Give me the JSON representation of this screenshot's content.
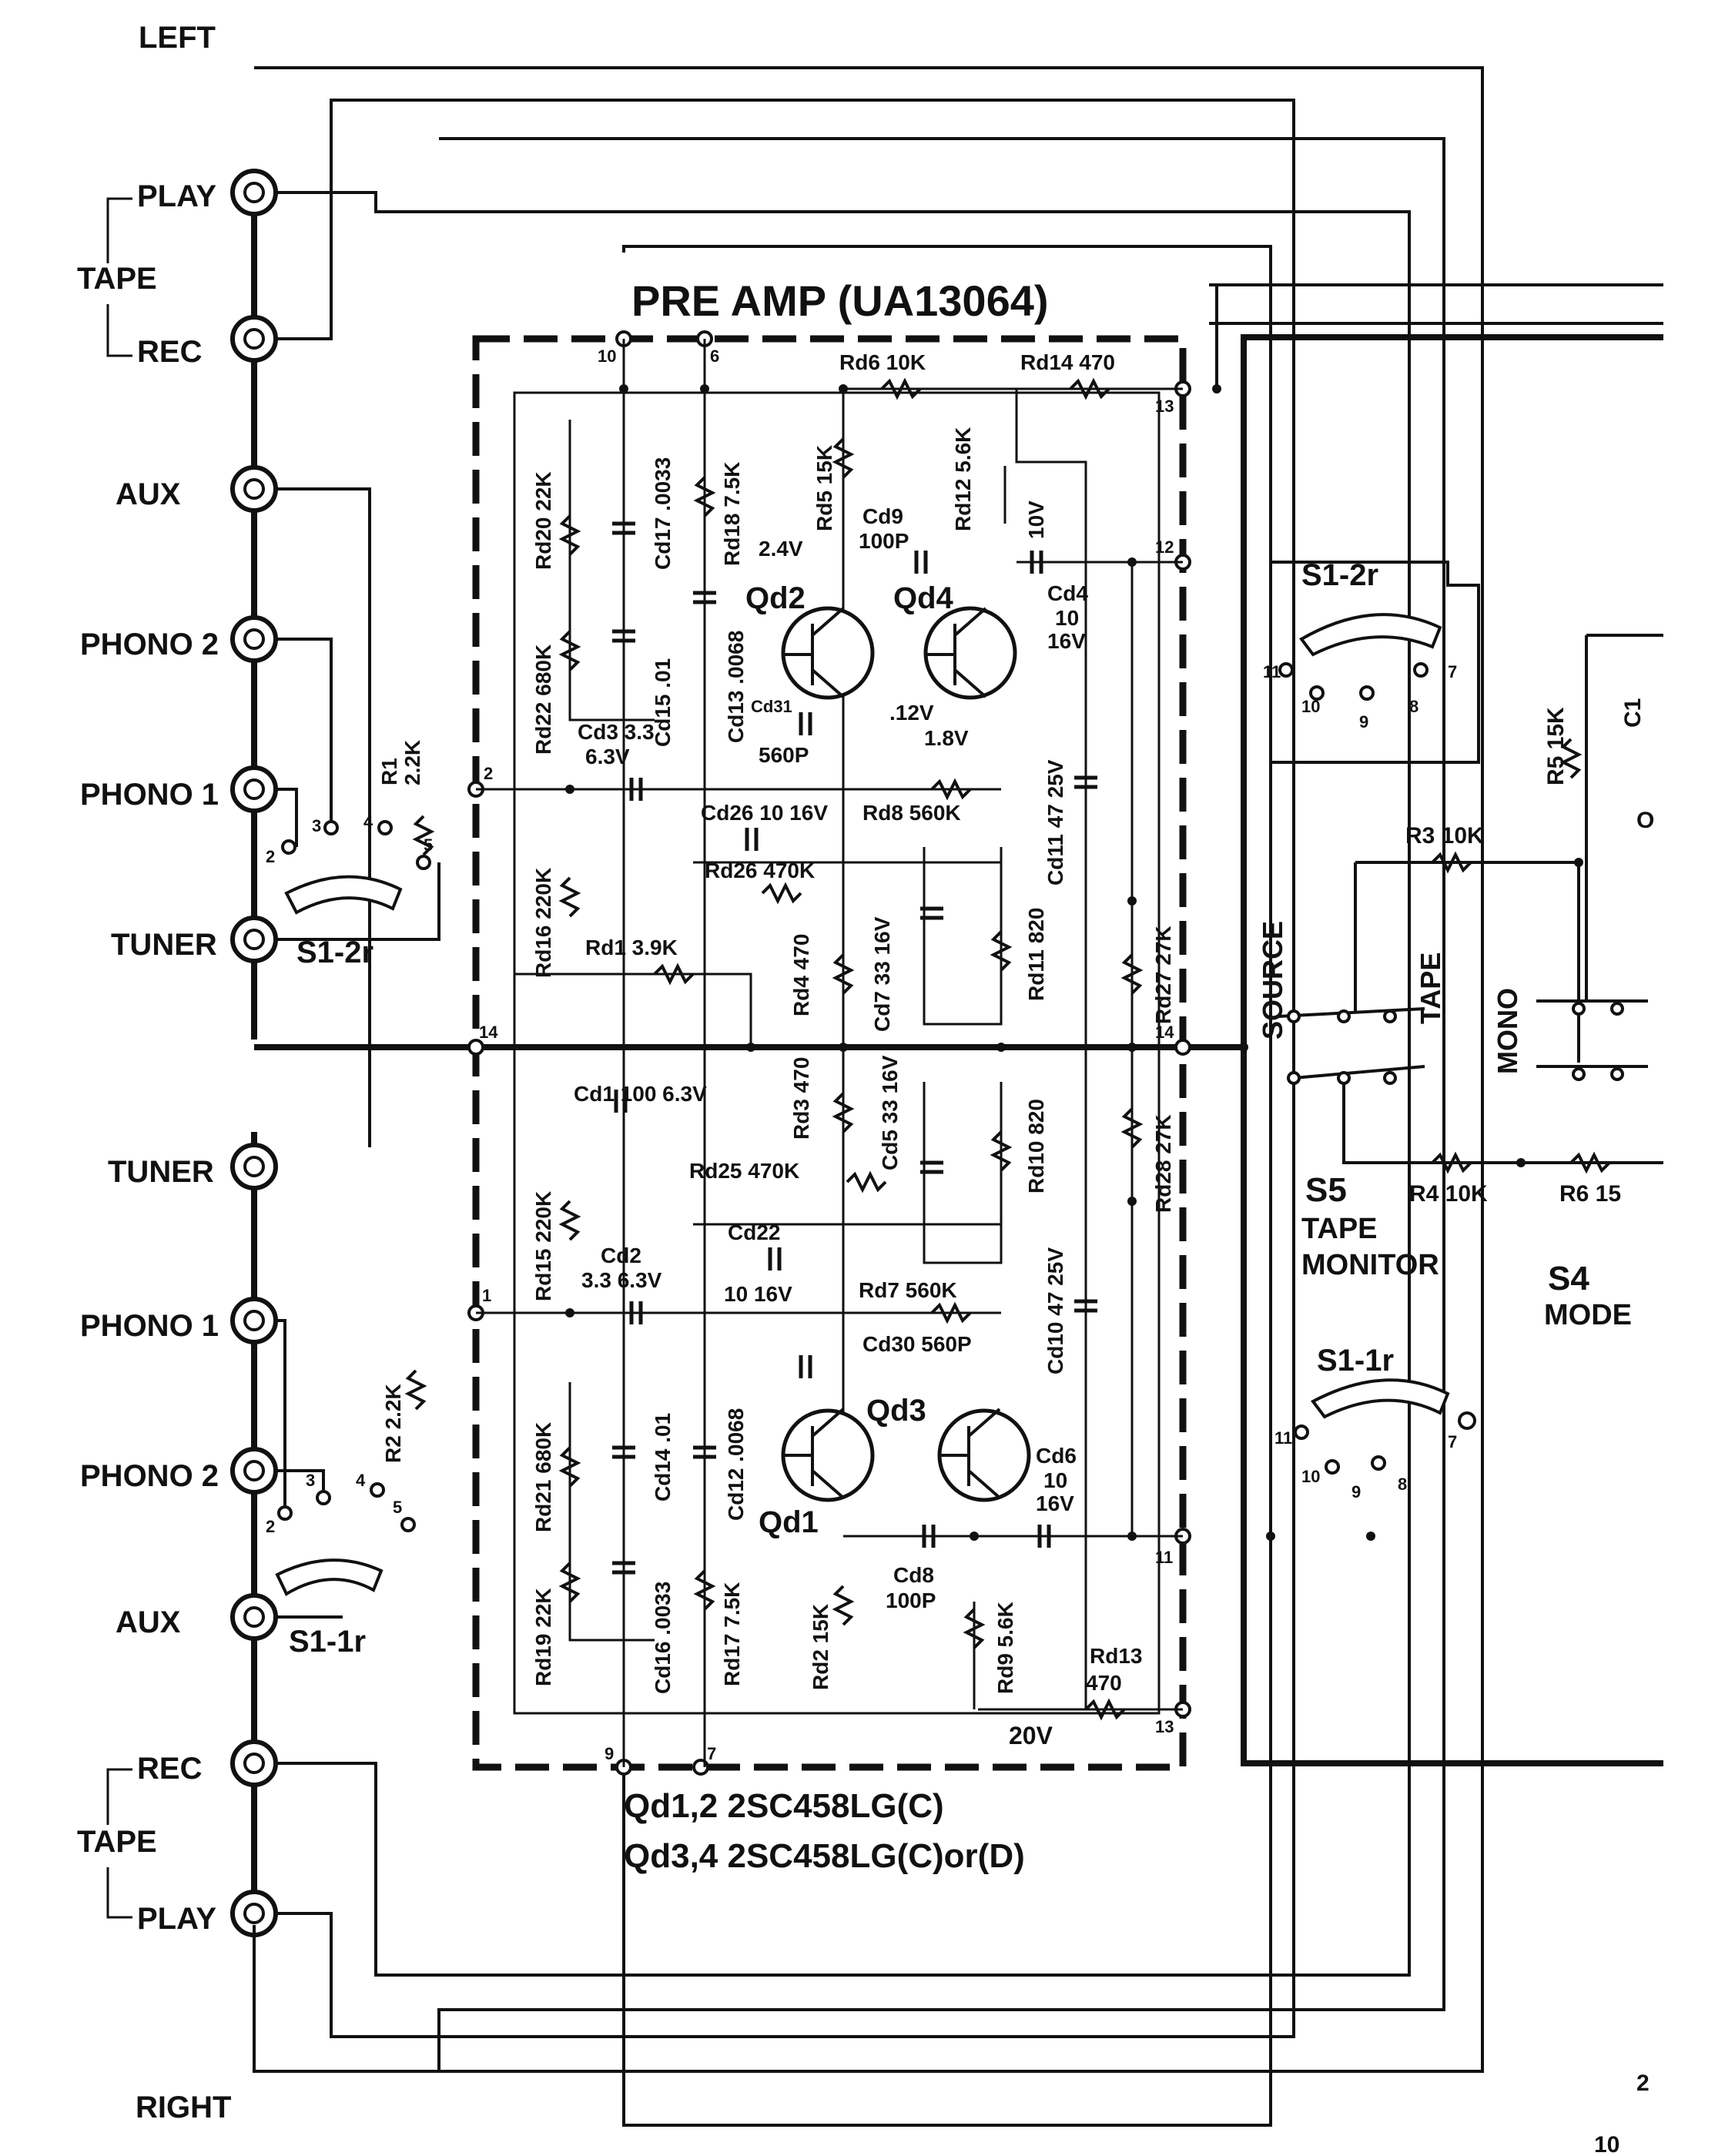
{
  "channels": {
    "left": "LEFT",
    "right": "RIGHT"
  },
  "jacks_left": {
    "tape": "TAPE",
    "play": "PLAY",
    "rec": "REC",
    "aux": "AUX",
    "phono2": "PHONO 2",
    "phono1": "PHONO 1",
    "tuner": "TUNER"
  },
  "jacks_right": {
    "tuner": "TUNER",
    "phono1": "PHONO 1",
    "phono2": "PHONO 2",
    "aux": "AUX",
    "tape": "TAPE",
    "rec": "REC",
    "play": "PLAY"
  },
  "preamp": {
    "title": "PRE AMP (UA13064)",
    "transistor_note_1": "Qd1,2  2SC458LG(C)",
    "transistor_note_2": "Qd3,4  2SC458LG(C)or(D)"
  },
  "pins": [
    "10",
    "6",
    "13",
    "12",
    "2",
    "14",
    "1",
    "11",
    "9",
    "7",
    "13"
  ],
  "switches": {
    "s1_2r_left": "S1-2r",
    "s1_1r_left": "S1-1r",
    "s1_2r_right": "S1-2r",
    "s1_1r_right": "S1-1r",
    "s5": "S5",
    "s5_sub_1": "TAPE",
    "s5_sub_2": "MONITOR",
    "s4": "S4",
    "s4_sub": "MODE",
    "source": "SOURCE",
    "tape": "TAPE",
    "mono": "MONO"
  },
  "transistors": {
    "qd1": "Qd1",
    "qd2": "Qd2",
    "qd3": "Qd3",
    "qd4": "Qd4"
  },
  "components": {
    "rd6": "Rd6 10K",
    "rd14": "Rd14 470",
    "rd20": "Rd20 22K",
    "cd17": "Cd17 .0033",
    "rd18": "Rd18 7.5K",
    "rd5": "Rd5 15K",
    "rd12": "Rd12 5.6K",
    "cd9": "Cd9",
    "cd9v": "100P",
    "v10": "10V",
    "v24": "2.4V",
    "cd4": "Cd4",
    "cd4v": "10",
    "cd4v2": "16V",
    "rd22": "Rd22 680K",
    "cd15": "Cd15 .01",
    "cd13": "Cd13 .0068",
    "cd3": "Cd3 3.3",
    "cd3v": "6.3V",
    "cd31": "Cd31",
    "cd31v": "560P",
    "v12": ".12V",
    "v18": "1.8V",
    "cd11": "Cd11 47 25V",
    "r1": "R1",
    "r1v": "2.2K",
    "cd26": "Cd26 10 16V",
    "rd8": "Rd8 560K",
    "rd26": "Rd26 470K",
    "rd16": "Rd16 220K",
    "rd1": "Rd1 3.9K",
    "rd4": "Rd4 470",
    "cd7": "Cd7 33 16V",
    "rd11": "Rd11 820",
    "rd27": "Rd27 27K",
    "cd1": "Cd1 100 6.3V",
    "rd3": "Rd3 470",
    "cd5": "Cd5 33 16V",
    "rd10": "Rd10 820",
    "rd28": "Rd28 27K",
    "rd25": "Rd25 470K",
    "rd15": "Rd15 220K",
    "cd22": "Cd22",
    "cd22v": "10 16V",
    "cd2": "Cd2",
    "cd2v": "3.3 6.3V",
    "rd7": "Rd7 560K",
    "cd10": "Cd10 47 25V",
    "cd30": "Cd30 560P",
    "r2": "R2 2.2K",
    "rd21": "Rd21 680K",
    "cd14": "Cd14 .01",
    "cd12": "Cd12 .0068",
    "cd6": "Cd6",
    "cd6v": "10",
    "cd6v2": "16V",
    "rd19": "Rd19 22K",
    "cd16": "Cd16 .0033",
    "rd17": "Rd17 7.5K",
    "rd2": "Rd2 15K",
    "cd8": "Cd8",
    "cd8v": "100P",
    "rd9": "Rd9 5.6K",
    "rd13": "Rd13",
    "rd13v": "470",
    "v20": "20V",
    "r3": "R3 10K",
    "r4": "R4 10K",
    "r5": "R5 15K",
    "r6": "R6 15",
    "c1": "C1",
    "c1v": "O"
  },
  "switch_pins": [
    "2",
    "3",
    "4",
    "5",
    "7",
    "8",
    "9",
    "10",
    "11"
  ],
  "page_mark": "2",
  "page_mark_2": "10"
}
